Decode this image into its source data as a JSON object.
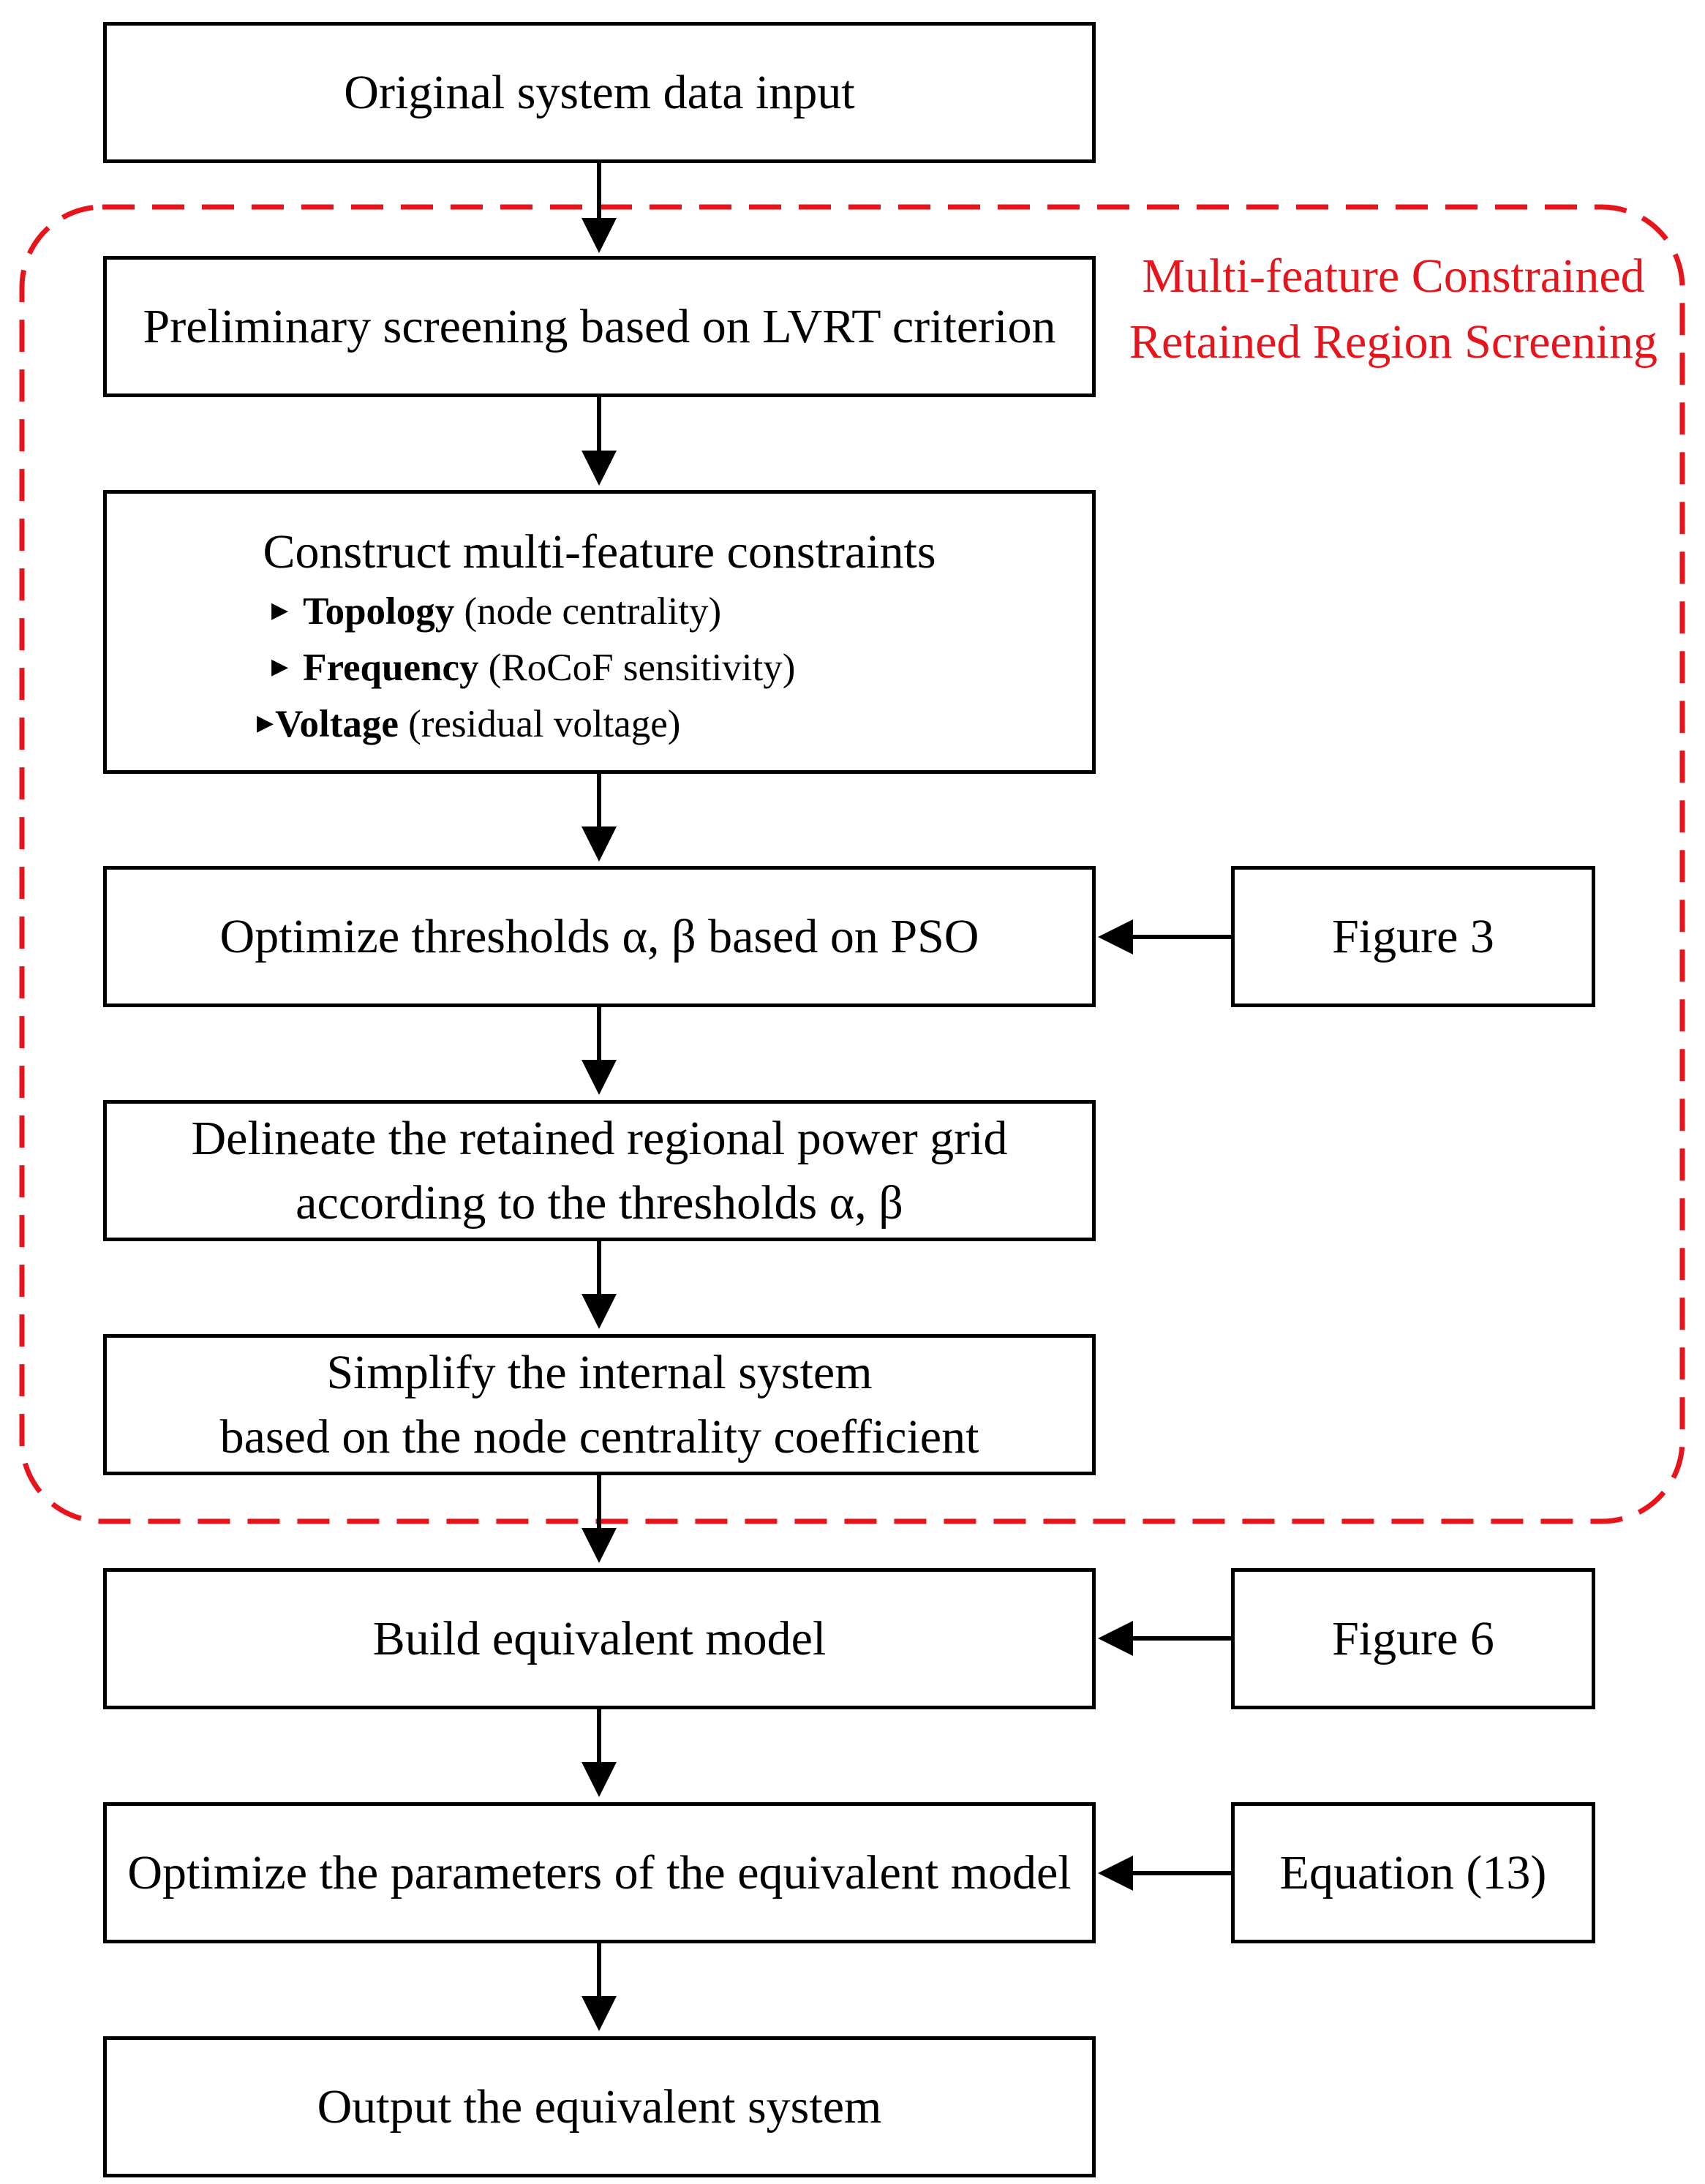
{
  "colors": {
    "box_stroke": "#000000",
    "region_border": "#e8141c",
    "region_label": "#e8141c",
    "arrow": "#000000"
  },
  "steps": {
    "input": "Original system data input",
    "screening": "Preliminary screening based on LVRT criterion",
    "constraints": {
      "title": "Construct multi-feature constraints",
      "bullets": [
        {
          "marker": "▶",
          "term": "Topology",
          "detail": " (node centrality)"
        },
        {
          "marker": "▶",
          "term": "Frequency",
          "detail": " (RoCoF sensitivity)"
        },
        {
          "marker": "▶",
          "term": "Voltage",
          "detail": " (residual voltage)"
        }
      ]
    },
    "optimize_thresholds": "Optimize thresholds α, β based on PSO",
    "delineate": {
      "line1": "Delineate the retained regional power grid",
      "line2": "according to the thresholds α, β"
    },
    "simplify": {
      "line1": "Simplify the internal system",
      "line2": "based on the node centrality coefficient"
    },
    "build_model": "Build equivalent model",
    "optimize_params": "Optimize the parameters of the equivalent model",
    "output": "Output the equivalent system"
  },
  "references": {
    "figure3": "Figure 3",
    "figure6": "Figure 6",
    "equation13": "Equation (13)"
  },
  "region": {
    "label_line1": "Multi-feature Constrained",
    "label_line2": "Retained Region Screening"
  }
}
